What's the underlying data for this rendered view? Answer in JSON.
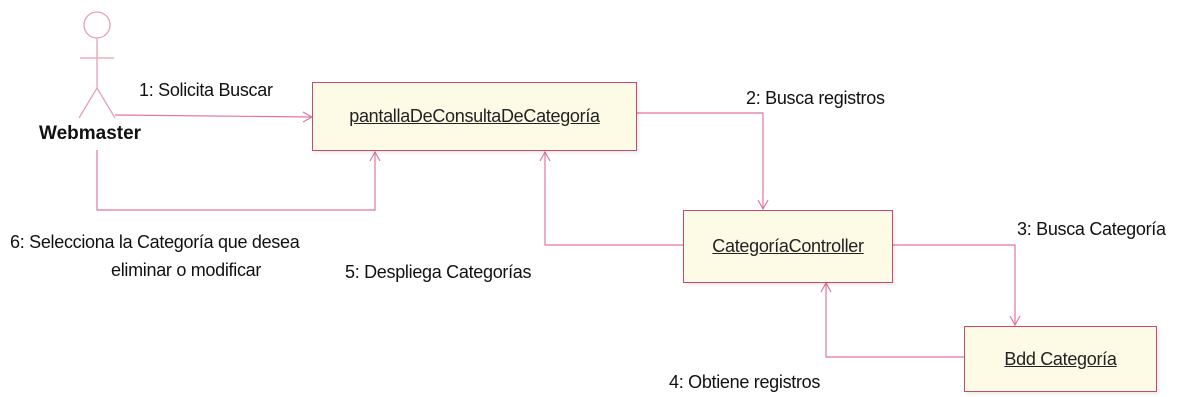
{
  "actor": {
    "name": "Webmaster"
  },
  "objects": {
    "pantalla": "pantallaDeConsultaDeCategoría",
    "controller": "CategoríaController",
    "bdd": "Bdd Categoría"
  },
  "messages": {
    "m1": "1: Solicita Buscar",
    "m2": "2: Busca registros",
    "m3": "3: Busca Categoría",
    "m4": "4: Obtiene registros",
    "m5": "5: Despliega Categorías",
    "m6_line1": "6: Selecciona la Categoría que desea",
    "m6_line2": "eliminar o modificar"
  },
  "colors": {
    "line": "#e0789a",
    "box_border": "#c84a6e",
    "box_fill": "#fdfbe6",
    "actor": "#e8a0b2"
  }
}
